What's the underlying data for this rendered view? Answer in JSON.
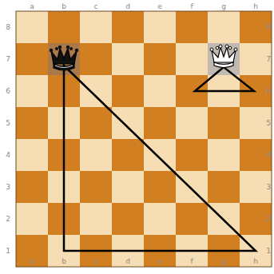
{
  "diagram": {
    "labels": [
      "a",
      "b",
      "c",
      "d",
      "e",
      "f",
      "g",
      "h",
      "8",
      "7",
      "6",
      "5",
      "4",
      "3",
      "2",
      "1",
      "8",
      "7",
      "6",
      "5",
      "4",
      "3",
      "2",
      "1",
      "a",
      "b",
      "c",
      "d",
      "e",
      "f",
      "g",
      "h"
    ]
  }
}
